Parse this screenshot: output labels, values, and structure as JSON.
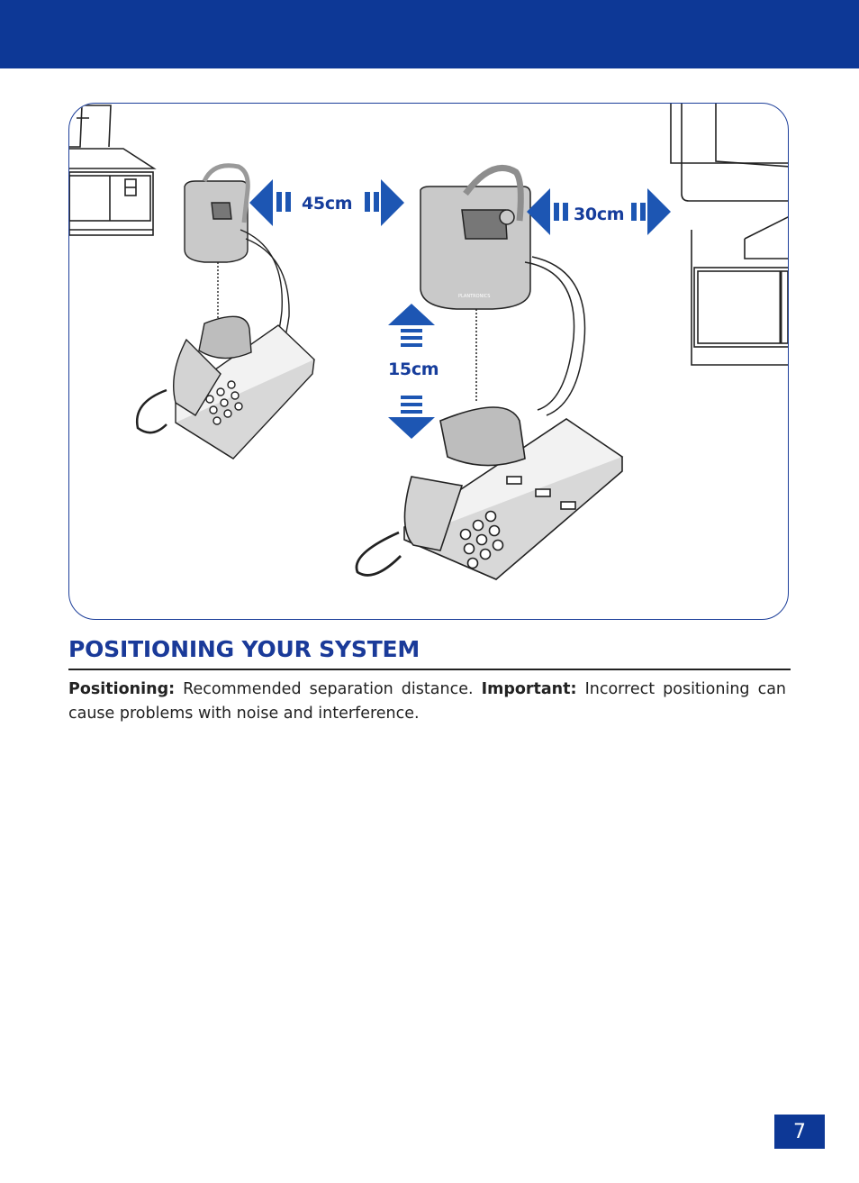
{
  "figure": {
    "distances": {
      "left_horizontal": "45cm",
      "right_horizontal": "30cm",
      "vertical": "15cm"
    },
    "brand_mark": "PLANTRONICS"
  },
  "section": {
    "title": "POSITIONING YOUR SYSTEM",
    "para_label_1": "Positioning:",
    "para_text_1": " Recommended separation distance. ",
    "para_label_2": "Important:",
    "para_text_2": " Incorrect positioning can cause problems with noise and interference."
  },
  "page": {
    "number": "7"
  },
  "colors": {
    "brand_blue": "#0d3896",
    "arrow_blue": "#1d56b3",
    "title_blue": "#1a3a99"
  }
}
